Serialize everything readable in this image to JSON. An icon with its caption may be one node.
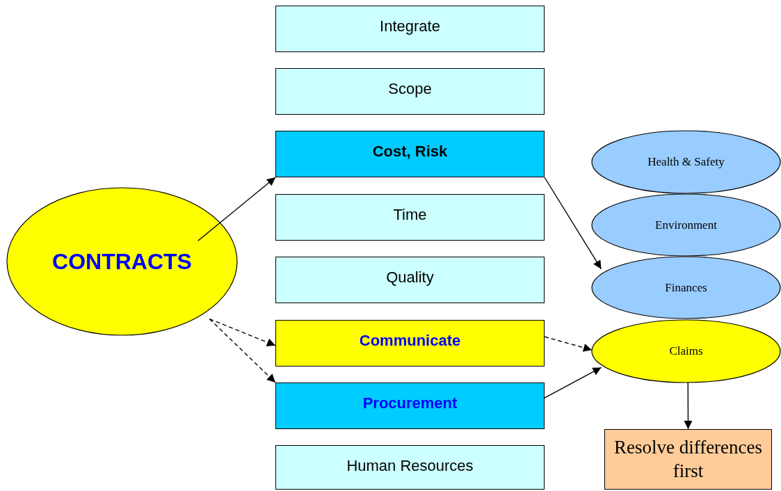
{
  "diagram": {
    "nodes": [
      {
        "text": [
          "CONTRACTS"
        ]
      },
      {
        "text": [
          "Integrate"
        ]
      },
      {
        "text": [
          "Scope"
        ]
      },
      {
        "text": [
          "Cost, Risk"
        ]
      },
      {
        "text": [
          "Time"
        ]
      },
      {
        "text": [
          "Quality"
        ]
      },
      {
        "text": [
          "Communicate"
        ]
      },
      {
        "text": [
          "Procurement"
        ]
      },
      {
        "text": [
          "Human Resources"
        ]
      },
      {
        "text": [
          "Health & Safety"
        ]
      },
      {
        "text": [
          "Environment"
        ]
      },
      {
        "text": [
          "Finances"
        ]
      },
      {
        "text": [
          "Claims"
        ]
      },
      {
        "text": [
          "Resolve differences first"
        ]
      }
    ],
    "edges": [
      {
        "from": 0,
        "to": 3,
        "arrow": "to"
      },
      {
        "from": 3,
        "to": 11,
        "arrow": "to"
      },
      {
        "from": 0,
        "to": 6,
        "arrow": "to",
        "style": "dashed"
      },
      {
        "from": 0,
        "to": 7,
        "arrow": "to",
        "style": "dashed"
      },
      {
        "from": 6,
        "to": 12,
        "arrow": "to",
        "style": "dashed"
      },
      {
        "from": 7,
        "to": 12,
        "arrow": "to"
      },
      {
        "from": 12,
        "to": 13,
        "arrow": "to"
      }
    ]
  }
}
